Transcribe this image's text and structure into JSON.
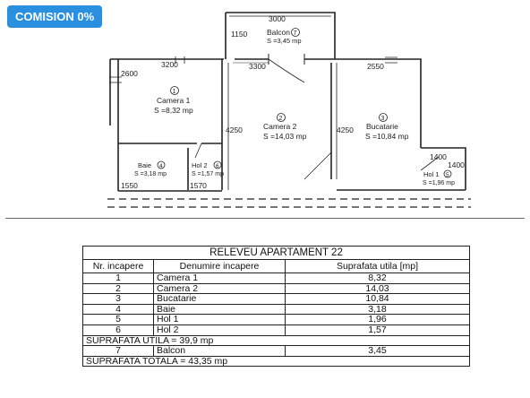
{
  "badge": "COMISION 0%",
  "plan": {
    "rooms": [
      {
        "number": "1",
        "name": "Camera 1",
        "area": "S =8,32 mp"
      },
      {
        "number": "2",
        "name": "Camera 2",
        "area": "S =14,03 mp"
      },
      {
        "number": "3",
        "name": "Bucatarie",
        "area": "S =10,84 mp"
      },
      {
        "number": "4",
        "name": "Baie",
        "area": "S =3,18 mp"
      },
      {
        "number": "5",
        "name": "Hol 1",
        "area": "S =1,96 mp"
      },
      {
        "number": "6",
        "name": "Hol 2",
        "area": "S =1,57 mp"
      },
      {
        "number": "7",
        "name": "Balcon",
        "area": "S =3,45 mp"
      }
    ],
    "dimensions": [
      "3000",
      "1150",
      "3200",
      "2600",
      "3300",
      "2550",
      "4250",
      "4250",
      "1400",
      "1400",
      "1550",
      "1570"
    ]
  },
  "table": {
    "title": "RELEVEU APARTAMENT 22",
    "headers": [
      "Nr. incapere",
      "Denumire incapere",
      "Suprafata utila [mp]"
    ],
    "rows": [
      [
        "1",
        "Camera 1",
        "8,32"
      ],
      [
        "2",
        "Camera 2",
        "14,03"
      ],
      [
        "3",
        "Bucatarie",
        "10,84"
      ],
      [
        "4",
        "Baie",
        "3,18"
      ],
      [
        "5",
        "Hol 1",
        "1,96"
      ],
      [
        "6",
        "Hol 2",
        "1,57"
      ]
    ],
    "subtotal": "SUPRAFATA UTILA = 39,9 mp",
    "balcony_row": [
      "7",
      "Balcon",
      "3,45"
    ],
    "total": "SUPRAFATA TOTALA = 43,35 mp"
  }
}
